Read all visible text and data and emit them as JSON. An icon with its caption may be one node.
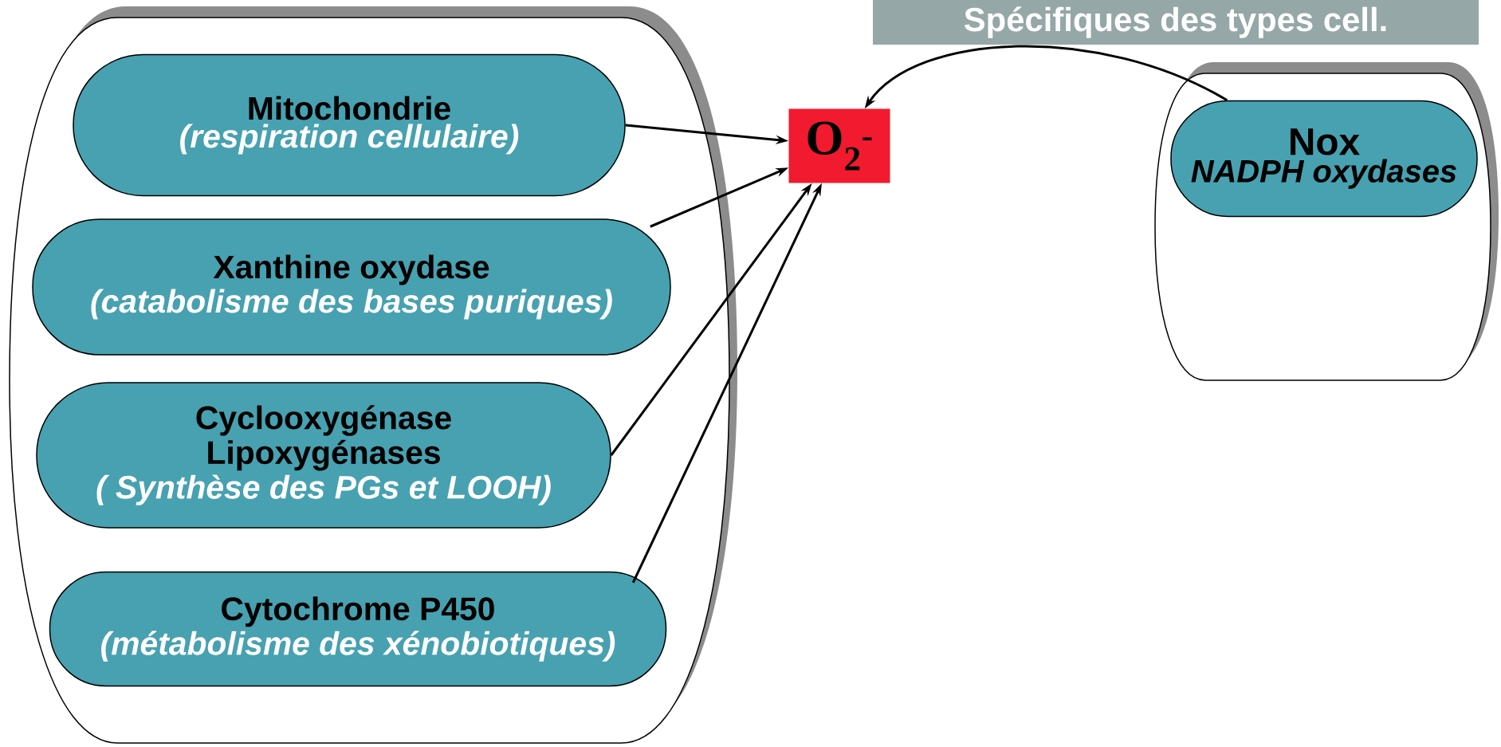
{
  "diagram": {
    "nodes": [
      {
        "text": [],
        "shape": "box"
      },
      {
        "text": [
          "Mitochondrie",
          "(respiration cellulaire)"
        ],
        "in": 0
      },
      {
        "text": [
          "Xanthine oxydase",
          "(catabolisme des bases puriques)"
        ],
        "in": 0
      },
      {
        "text": [
          "Cyclooxygénase",
          "Lipoxygénases",
          "( Synthèse des PGs et LOOH)"
        ],
        "in": 0
      },
      {
        "text": [
          "Cytochrome P450",
          "(métabolisme des xénobiotiques)"
        ],
        "in": 0
      },
      {
        "text": [
          "O$_{2}$$^{-}$"
        ]
      },
      {
        "text": [
          "Spécifiques des types cell."
        ]
      },
      {
        "text": [],
        "shape": "box"
      },
      {
        "text": [
          "Nox",
          "NADPH oxydases"
        ],
        "in": 7
      }
    ],
    "edges": [
      {
        "from": 1,
        "to": 5,
        "arrow": "to"
      },
      {
        "from": 2,
        "to": 5,
        "arrow": "to"
      },
      {
        "from": 3,
        "to": 5,
        "arrow": "to"
      },
      {
        "from": 4,
        "to": 5,
        "arrow": "to"
      },
      {
        "from": 8,
        "to": 5,
        "arrow": "to"
      }
    ]
  }
}
